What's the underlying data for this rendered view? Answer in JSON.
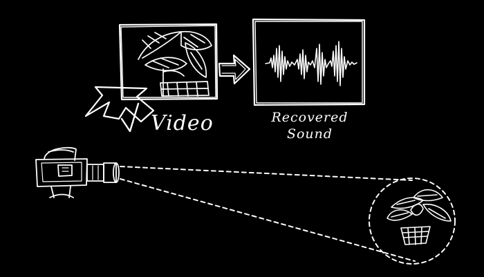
{
  "colors": {
    "background": "#000000",
    "stroke": "#ffffff"
  },
  "labels": {
    "video": "Video",
    "recovered": "Recovered",
    "sound": "Sound"
  },
  "icons": {
    "video_frame": "leaf-plant-icon",
    "arrow": "arrow-right-icon",
    "waveform": "waveform-icon",
    "cursor": "cursor-arrow-icon",
    "camera": "video-camera-icon",
    "target": "potted-plant-icon"
  }
}
